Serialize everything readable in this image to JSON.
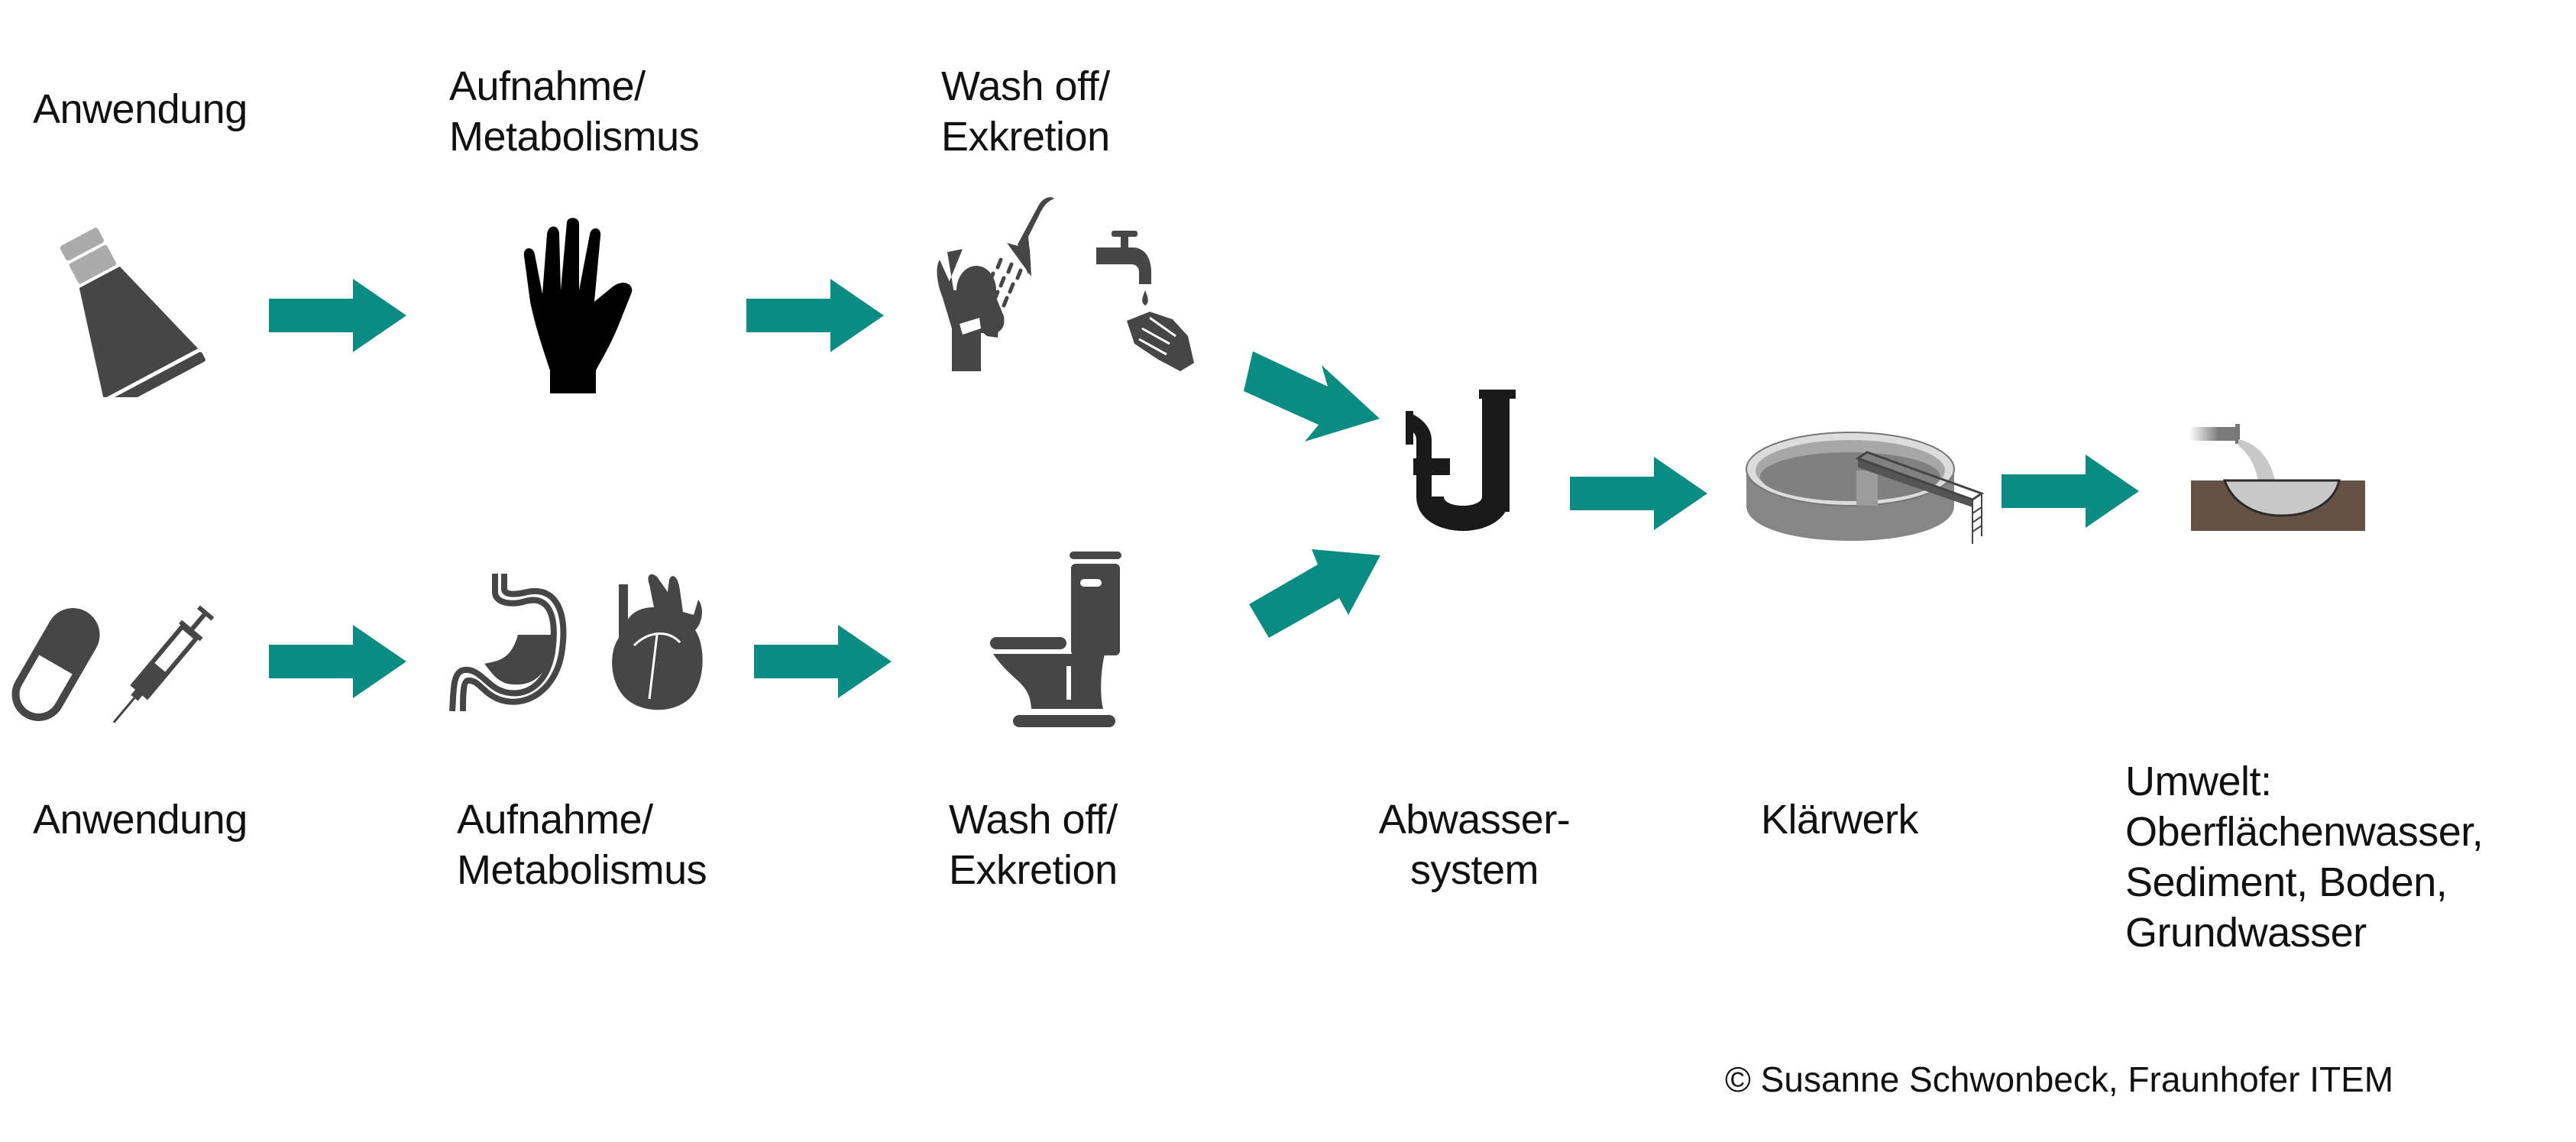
{
  "title": "Eintragspfade von Arzneimitteln und Kosmetika in die Umwelt",
  "colors": {
    "arrow": "#0a8c82",
    "icon_dark": "#464646",
    "icon_black": "#1a1a1a",
    "soil": "#645244"
  },
  "top_row": [
    {
      "label": "Anwendung",
      "icon": "ointment-tube-icon"
    },
    {
      "label": "Aufnahme/\nMetabolismus",
      "icon": "hand-icon"
    },
    {
      "label": "Wash off/\nExkretion",
      "icon": [
        "shower-person-icon",
        "tap-handwashing-icon"
      ]
    }
  ],
  "bottom_row": [
    {
      "label": "Anwendung",
      "icon": [
        "pill-icon",
        "syringe-icon"
      ]
    },
    {
      "label": "Aufnahme/\nMetabolismus",
      "icon": [
        "stomach-icon",
        "heart-icon"
      ]
    },
    {
      "label": "Wash off/\nExkretion",
      "icon": "toilet-icon"
    }
  ],
  "shared_steps": [
    {
      "label": "Abwasser-\nsystem",
      "icon": "drain-pipe-icon"
    },
    {
      "label": "Klärwerk",
      "icon": "treatment-plant-icon"
    },
    {
      "label": "Umwelt:\nOberflächenwasser,\nSediment, Boden,\nGrundwasser",
      "icon": "outflow-icon"
    }
  ],
  "arrows": [
    "right",
    "right",
    "down-right",
    "up-right",
    "right",
    "right",
    "right",
    "right"
  ],
  "credit": "© Susanne Schwonbeck, Fraunhofer ITEM"
}
